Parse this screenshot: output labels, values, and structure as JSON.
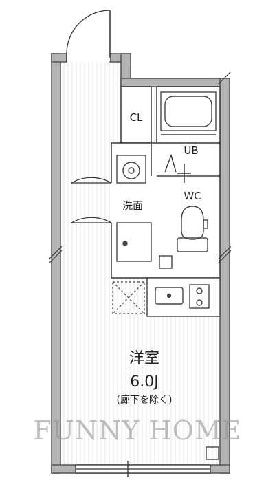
{
  "rooms": {
    "closet": "CL",
    "bath": "UB",
    "toilet": "WC",
    "washroom": "洗面",
    "main_room": "洋室",
    "main_room_size": "6.0J",
    "main_room_note": "(廊下を除く)"
  },
  "watermark": "FUNNY HOME",
  "colors": {
    "wall_fill": "#b5b5b5",
    "wall_line": "#555555",
    "floor_line": "#e2e2e2"
  }
}
